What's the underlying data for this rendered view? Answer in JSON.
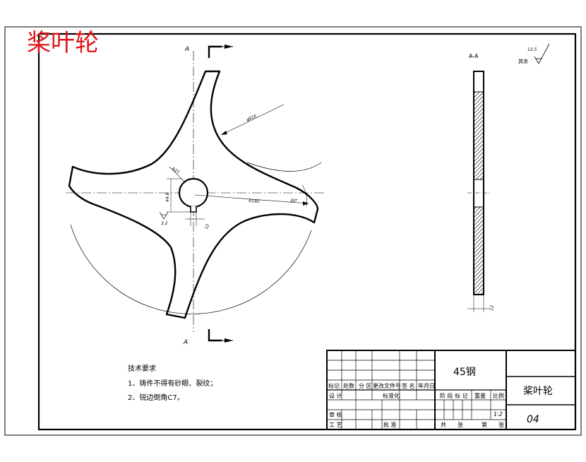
{
  "title": "桨叶轮",
  "section": {
    "marker_top": "A",
    "marker_bottom": "A",
    "view_label": "A-A"
  },
  "dimensions": {
    "outer_dia": "φ916",
    "hole_radius": "R21",
    "key_depth": "44.8",
    "big_radius": "R180",
    "angle": "30°",
    "key_width": "12",
    "roughness_hole": "3.2",
    "thickness": "12",
    "roughness_rest_value": "12.5",
    "roughness_rest_label": "其余"
  },
  "tech_requirements": {
    "heading": "技术要求",
    "items": [
      "1、铸件不得有砂眼、裂纹；",
      "2、锐边倒角C7。"
    ]
  },
  "title_block": {
    "material": "45钢",
    "part_name": "桨叶轮",
    "drawing_no": "04",
    "scale_value": "1:2",
    "row_headers": [
      "标记",
      "处数",
      "分 区",
      "更改文件号",
      "签 名",
      "年月日"
    ],
    "designer_label": "设 计",
    "standardize_label": "标准化",
    "review_label": "审 核",
    "process_label": "工 艺",
    "approve_label": "批 准",
    "stage_label": "阶 段 标 记",
    "weight_label": "重量",
    "scale_label": "比例",
    "sheets_total_label": "共",
    "sheets_total_unit": "张",
    "sheet_no_label": "第",
    "sheet_no_unit": "张"
  },
  "colors": {
    "title_red": "#e0161b",
    "line": "#000000"
  }
}
